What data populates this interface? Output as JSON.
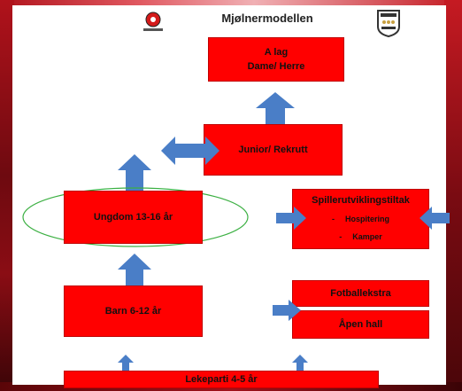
{
  "header": {
    "title": "Mjølnermodellen",
    "left_logo": "club-crest-logo",
    "right_logo": "quality-badge-logo"
  },
  "boxes": {
    "a_lag_line1": "A lag",
    "a_lag_line2": "Dame/ Herre",
    "junior": "Junior/ Rekrutt",
    "ungdom": "Ungdom 13-16 år",
    "spiller_title": "Spillerutviklingstiltak",
    "spiller_item1": "Hospitering",
    "spiller_item2": "Kamper",
    "spiller_dash": "-",
    "barn": "Barn 6-12 år",
    "fotball": "Fotballekstra",
    "apen_hall": "Åpen hall",
    "lekeparti": "Lekeparti 4-5 år"
  },
  "colors": {
    "box_fill": "#ff0000",
    "arrow_fill": "#4a7ec7",
    "ellipse_stroke": "#3cb043"
  }
}
